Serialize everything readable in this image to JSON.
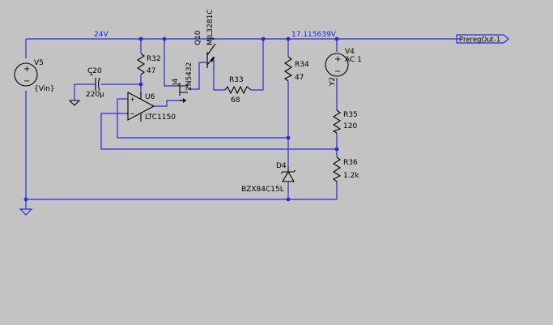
{
  "nets": {
    "supply": "24V",
    "node": "17.115639V",
    "output_port": "PreregOut-1"
  },
  "components": {
    "V5": {
      "ref": "V5",
      "value": "{Vin}"
    },
    "C20": {
      "ref": "C20",
      "value": "220µ"
    },
    "R32": {
      "ref": "R32",
      "value": "47"
    },
    "U6": {
      "ref": "U6",
      "value": "LTC1150"
    },
    "J4": {
      "ref": "J4",
      "value": "2N5432"
    },
    "Q10": {
      "ref": "Q10",
      "value": "MJL3281C"
    },
    "R33": {
      "ref": "R33",
      "value": "68"
    },
    "R34": {
      "ref": "R34",
      "value": "47"
    },
    "V4": {
      "ref": "V4",
      "value": "AC 1"
    },
    "Y2": {
      "ref": "Y2"
    },
    "R35": {
      "ref": "R35",
      "value": "120"
    },
    "R36": {
      "ref": "R36",
      "value": "1.2k"
    },
    "D4": {
      "ref": "D4",
      "value": "BZX84C15L"
    }
  },
  "colors": {
    "background": "#c3c3c3",
    "wire": "#2a2ae0",
    "component": "#000000",
    "net_label": "#1e1ee6"
  }
}
